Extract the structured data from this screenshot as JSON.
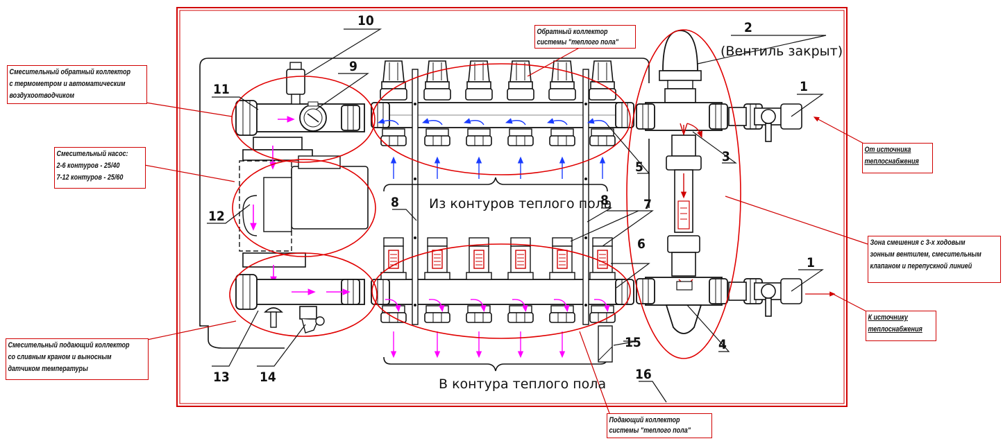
{
  "callouts": {
    "mixing_return": {
      "line1": "Смесительный обратный коллектор",
      "line2": "с термометром и автоматическим",
      "line3": "воздухоотводчиком"
    },
    "pump": {
      "line1": "Смесительный насос:",
      "line2": "2-6 контуров - 25/40",
      "line3": "7-12 контуров - 25/60"
    },
    "mixing_supply": {
      "line1": "Смесительный подающий коллектор",
      "line2": "со сливным краном и выносным",
      "line3": "датчиком температуры"
    },
    "return_floor": {
      "line1": "Обратный коллектор",
      "line2": "системы \"теплого пола\""
    },
    "supply_floor": {
      "line1": "Подающий коллектор",
      "line2": "системы \"теплого пола\""
    },
    "from_source": {
      "line1": "От источника",
      "line2": "теплоснабжения"
    },
    "to_source": {
      "line1": "К источнику",
      "line2": "теплоснабжения"
    },
    "mixing_zone": {
      "line1": "Зона смешения с 3-х ходовым",
      "line2": "зонным вентилем, смесительным",
      "line3": "клапаном и перепускной линией"
    }
  },
  "labels": {
    "valve_closed": "(Вентиль закрыт)",
    "from_circuits": "Из контуров теплого пола",
    "to_circuits": "В контура теплого пола"
  },
  "numbers": {
    "n1a": "1",
    "n1b": "1",
    "n2": "2",
    "n3": "3",
    "n4": "4",
    "n5": "5",
    "n6": "6",
    "n7": "7",
    "n8a": "8",
    "n8b": "8",
    "n9": "9",
    "n10": "10",
    "n11": "11",
    "n12": "12",
    "n13": "13",
    "n14": "14",
    "n15": "15",
    "n16": "16"
  },
  "colors": {
    "frame": "#d00000",
    "ellipse": "#e00000",
    "leader": "#d00000",
    "flow_blue": "#1a3cff",
    "flow_magenta": "#ff00ff",
    "drawing": "#111111"
  }
}
